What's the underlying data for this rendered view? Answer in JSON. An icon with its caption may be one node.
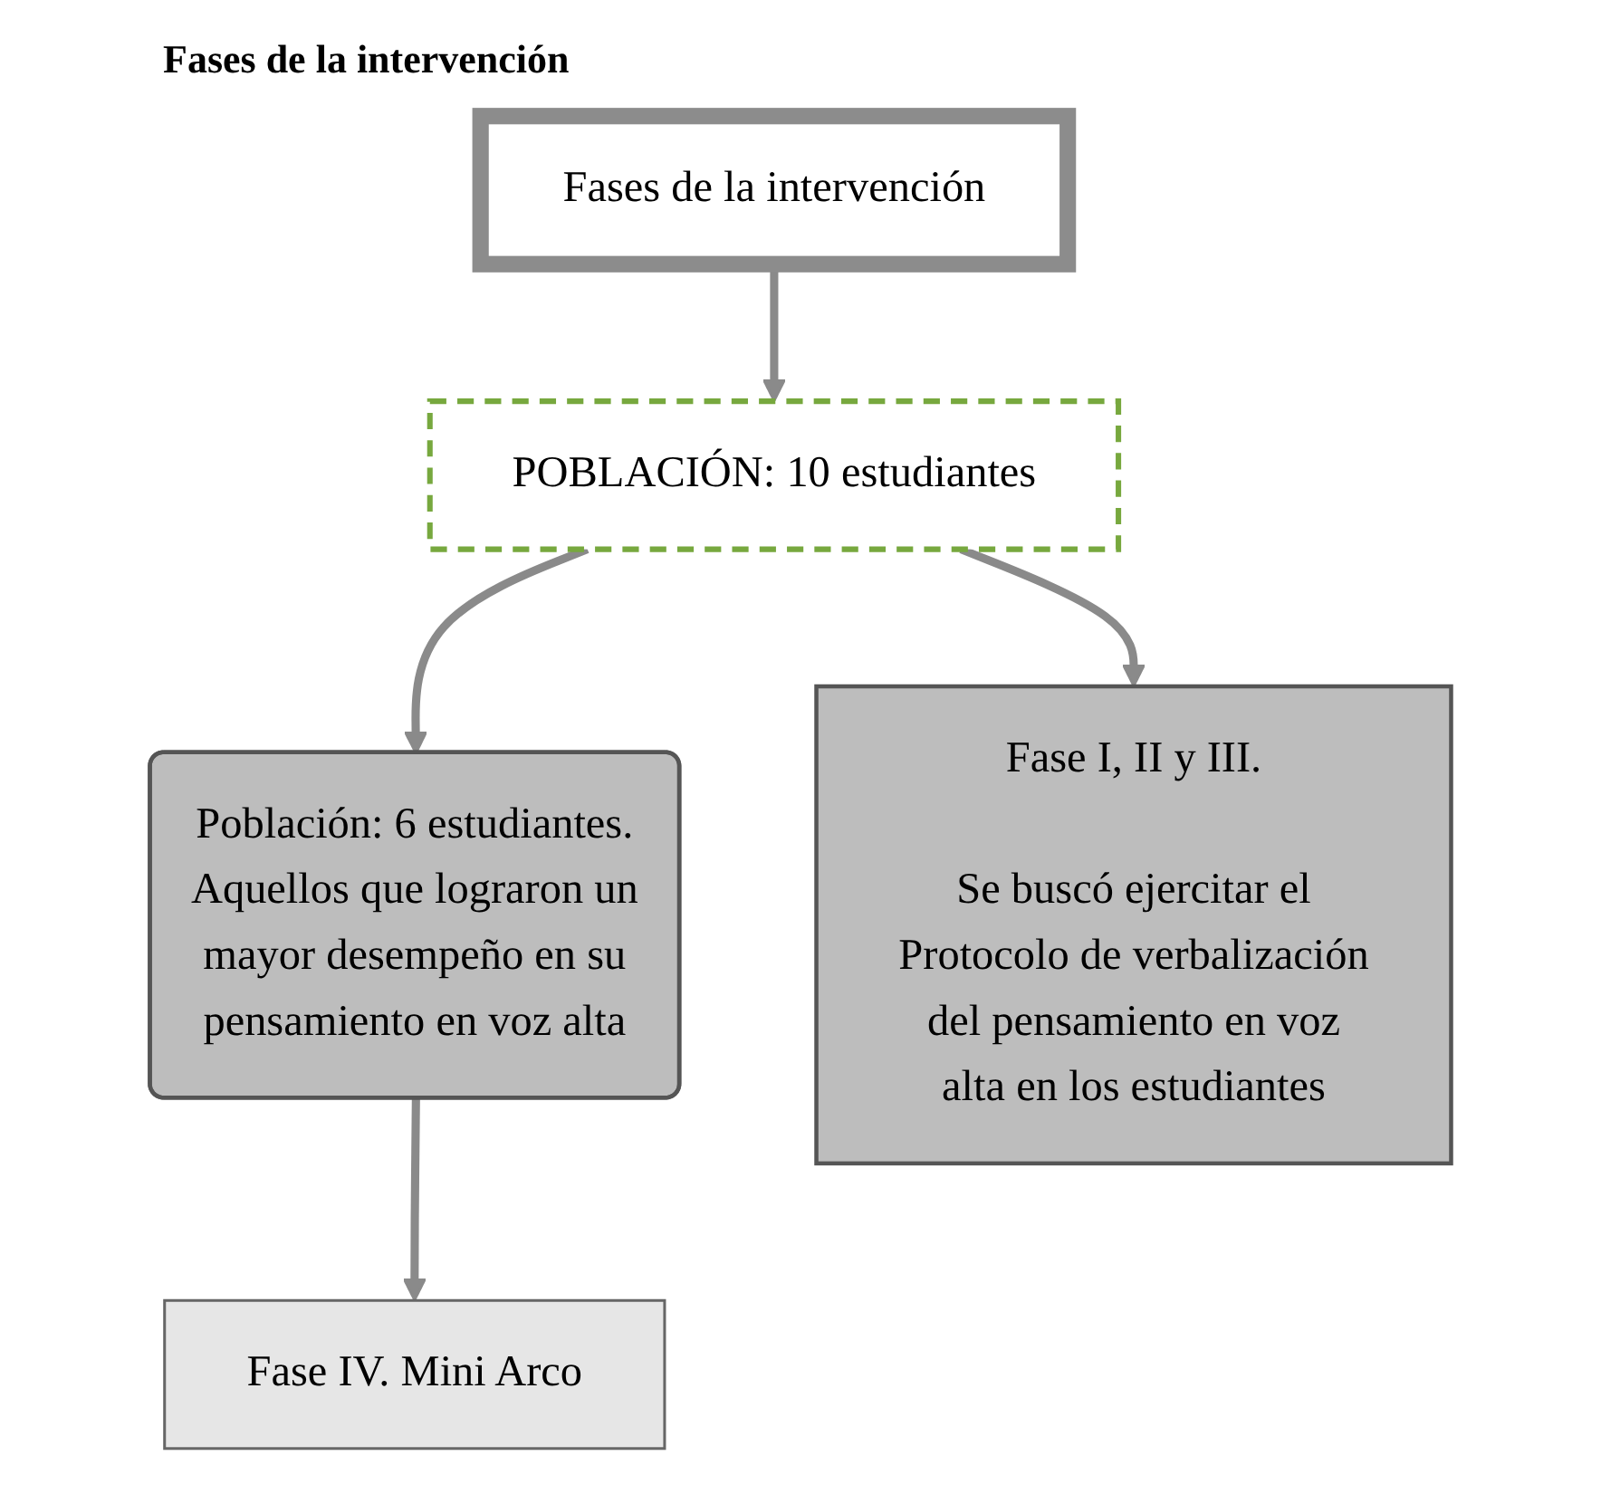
{
  "diagram": {
    "title": "Fases de la intervención",
    "nodes": [
      {
        "text": [
          "Fases de la intervención"
        ]
      },
      {
        "text": [
          "POBLACIÓN: 10 estudiantes"
        ]
      },
      {
        "text": [
          "Población: 6 estudiantes. Aquellos que lograron un mayor desempeño en su pensamiento en voz alta"
        ]
      },
      {
        "text": [
          "Fase I, II y III.",
          "Se buscó ejercitar el Protocolo de verbalización del pensamiento en voz alta en los estudiantes"
        ]
      },
      {
        "text": [
          "Fase IV. Mini Arco"
        ]
      }
    ],
    "edges": [
      {
        "from": 0,
        "to": 1,
        "arrow": "to"
      },
      {
        "from": 1,
        "to": 2,
        "arrow": "to"
      },
      {
        "from": 1,
        "to": 3,
        "arrow": "to"
      },
      {
        "from": 2,
        "to": 4,
        "arrow": "to"
      }
    ]
  }
}
